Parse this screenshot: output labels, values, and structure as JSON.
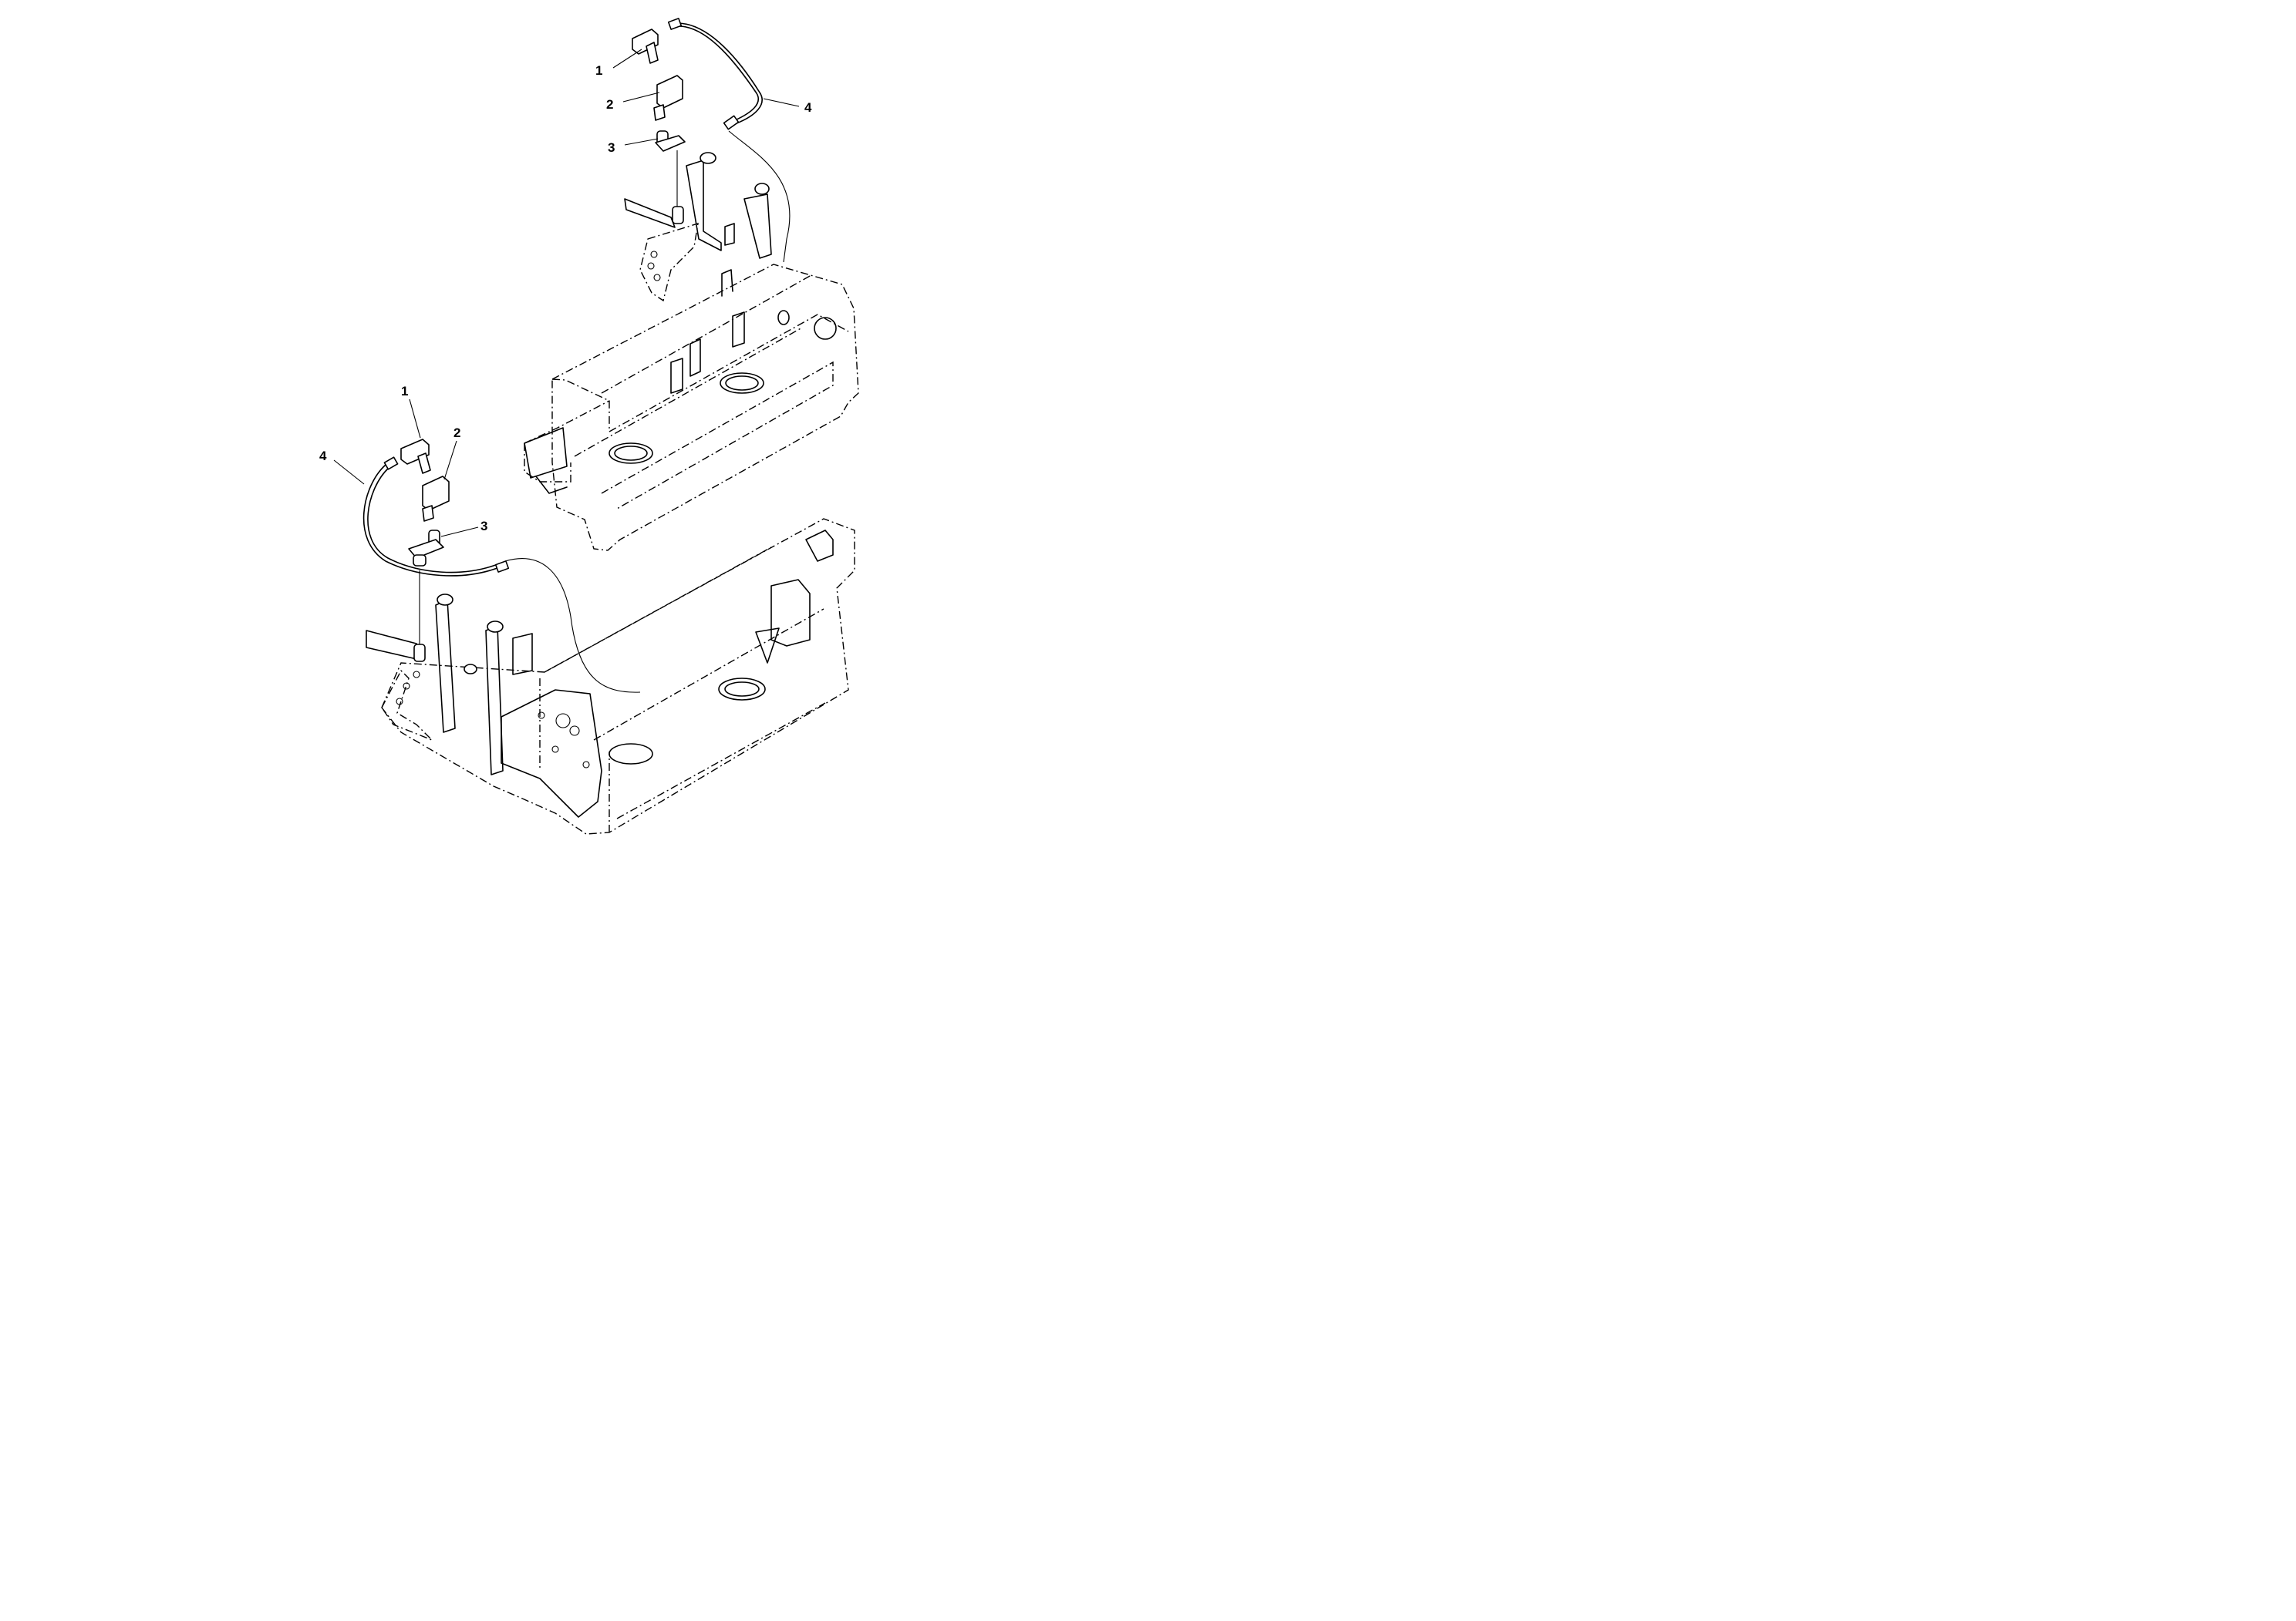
{
  "callouts": {
    "upper": {
      "c1": "1",
      "c2": "2",
      "c3": "3",
      "c4": "4"
    },
    "lower": {
      "c1": "1",
      "c2": "2",
      "c3": "3",
      "c4": "4"
    }
  }
}
